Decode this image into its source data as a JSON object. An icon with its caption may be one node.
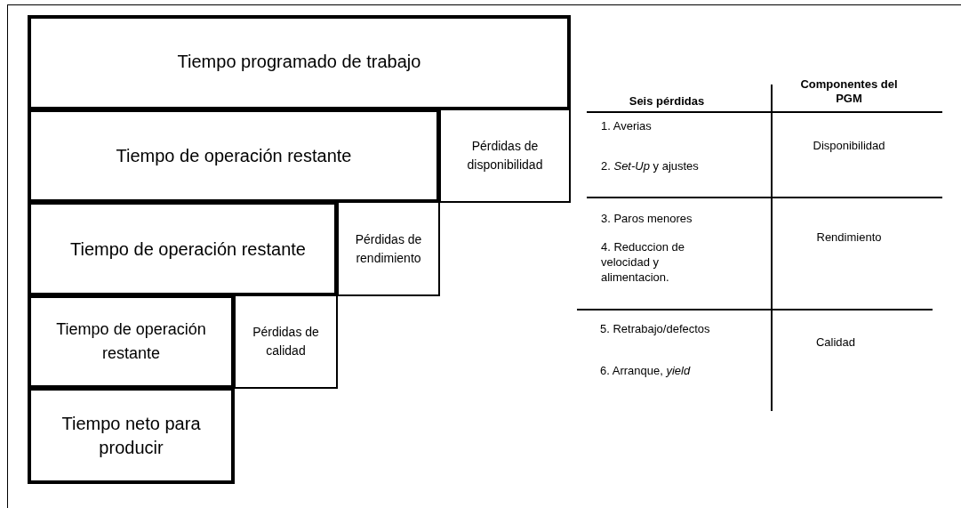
{
  "diagram": {
    "nodes": [
      {
        "text": [
          "Tiempo programado de trabajo"
        ]
      },
      {
        "text": [
          "Tiempo de operación restante"
        ]
      },
      {
        "text": [
          "Pérdidas de disponibilidad"
        ]
      },
      {
        "text": [
          "Tiempo de operación restante"
        ]
      },
      {
        "text": [
          "Pérdidas de rendimiento"
        ]
      },
      {
        "text": [
          "Tiempo de operación restante"
        ]
      },
      {
        "text": [
          "Pérdidas de calidad"
        ]
      },
      {
        "text": [
          "Tiempo neto para producir"
        ]
      }
    ],
    "labels": [
      "Seis pérdidas",
      "Componentes del PGM",
      "1. Averias",
      "2. *Set-Up* y ajustes",
      "Disponibilidad",
      "3. Paros menores",
      "4. Reduccion de velocidad y alimentacion.",
      "Rendimiento",
      "5. Retrabajo/defectos",
      "6. Arranque, *yield*",
      "Calidad"
    ]
  }
}
